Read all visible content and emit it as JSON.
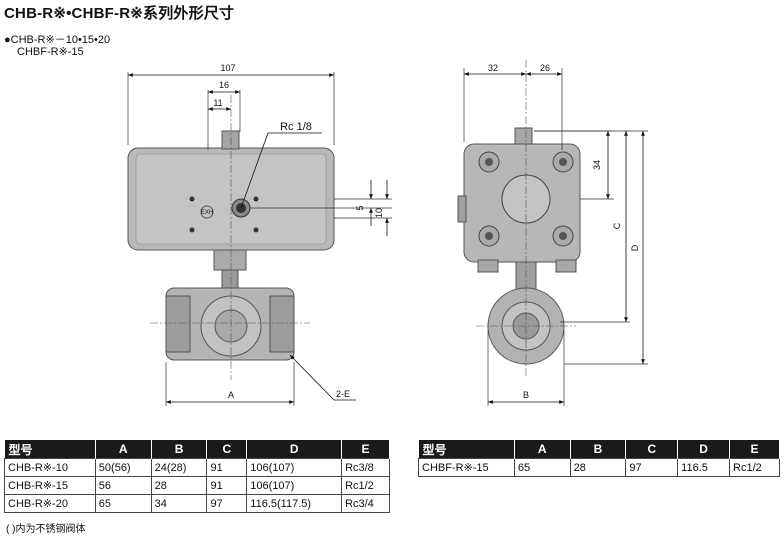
{
  "title": "CHB-R※•CHBF-R※系列外形尺寸",
  "subtitle": {
    "bullet": "●",
    "line1": "CHB-R※－10•15•20",
    "line2": "CHBF-R※-15"
  },
  "drawing_labels": {
    "d107": "107",
    "d16": "16",
    "d11": "11",
    "port": "Rc 1/8",
    "d5": "5",
    "d10": "10",
    "exh": "EXH",
    "dA": "A",
    "d2E": "2-E",
    "d32": "32",
    "d26": "26",
    "d34": "34",
    "dC": "C",
    "dD": "D",
    "dB": "B"
  },
  "table1": {
    "headers": [
      "型号",
      "A",
      "B",
      "C",
      "D",
      "E"
    ],
    "rows": [
      [
        "CHB-R※-10",
        "50(56)",
        "24(28)",
        "91",
        "106(107)",
        "Rc3/8"
      ],
      [
        "CHB-R※-15",
        "56",
        "28",
        "91",
        "106(107)",
        "Rc1/2"
      ],
      [
        "CHB-R※-20",
        "65",
        "34",
        "97",
        "116.5(117.5)",
        "Rc3/4"
      ]
    ]
  },
  "table2": {
    "headers": [
      "型号",
      "A",
      "B",
      "C",
      "D",
      "E"
    ],
    "rows": [
      [
        "CHBF-R※-15",
        "65",
        "28",
        "97",
        "116.5",
        "Rc1/2"
      ]
    ]
  },
  "note": "(   )内为不锈钢阀体",
  "colors": {
    "body_fill": "#b8b8b8",
    "body_dark": "#8a8a8a",
    "header_bg": "#1a1a1a"
  }
}
